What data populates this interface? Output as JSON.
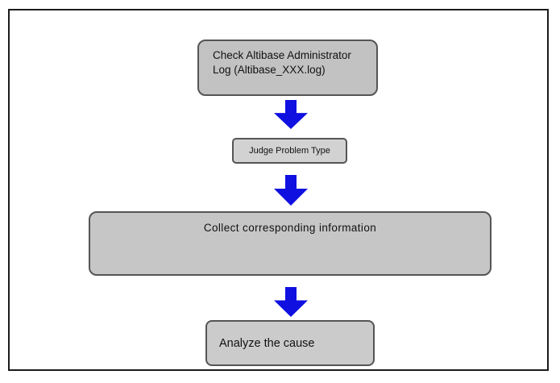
{
  "diagram": {
    "type": "flowchart",
    "direction": "top-down",
    "nodes": {
      "check_log": {
        "line1": "Check Altibase Administrator",
        "line2": "Log (Altibase_XXX.log)",
        "fill": "#c2c2c2"
      },
      "judge": {
        "label": "Judge Problem Type",
        "fill": "#d2d2d2"
      },
      "collect": {
        "label": "Collect corresponding information",
        "fill": "#c6c6c6"
      },
      "analyze": {
        "label": "Analyze the cause",
        "fill": "#cbcbcb"
      }
    },
    "edges": [
      {
        "from": "check_log",
        "to": "judge",
        "style": "block-arrow-down"
      },
      {
        "from": "judge",
        "to": "collect",
        "style": "block-arrow-down"
      },
      {
        "from": "collect",
        "to": "analyze",
        "style": "block-arrow-down"
      }
    ],
    "colors": {
      "arrow": "#1010e0",
      "node_border": "#555555",
      "frame_border": "#1b1b1b",
      "background": "#ffffff",
      "text": "#111111"
    }
  }
}
